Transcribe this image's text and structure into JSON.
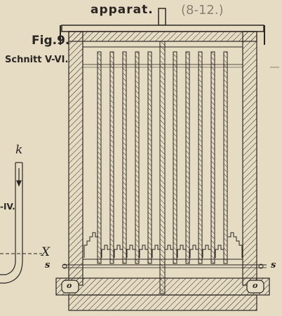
{
  "header": {
    "title_word": "apparat.",
    "title_number": "(8-12.)"
  },
  "figure": {
    "label": "Fig.9.",
    "section": "Schnitt V-VI."
  },
  "side_drawing": {
    "label_k": "k",
    "label_iv": "-IV.",
    "label_x": "X"
  },
  "parts": {
    "s_left": "s",
    "s_right": "s",
    "o_left": "o",
    "o_right": "o"
  },
  "colors": {
    "paper": "#e6dcc4",
    "ink": "#2b2622",
    "pencil": "#8a8172"
  }
}
